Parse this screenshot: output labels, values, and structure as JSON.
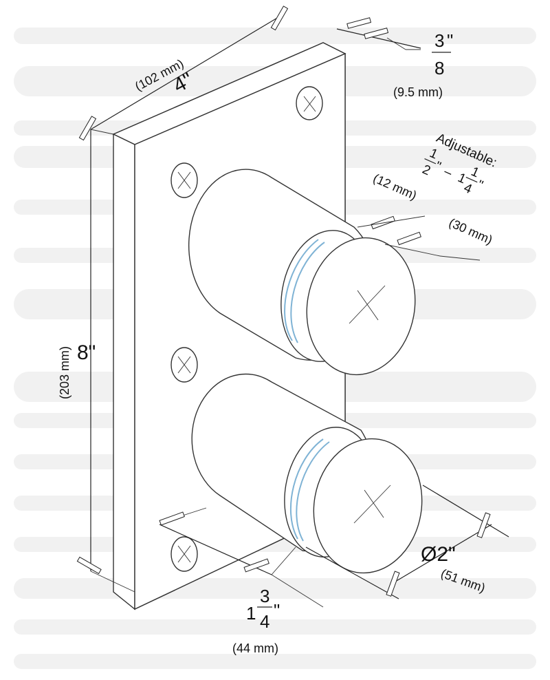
{
  "diagram": {
    "plate_width": {
      "inch": "4\"",
      "mm": "(102 mm)"
    },
    "plate_height": {
      "inch": "8\"",
      "mm": "(203 mm)"
    },
    "plate_thickness": {
      "num": "3",
      "den": "8",
      "unit": "\"",
      "mm": "(9.5 mm)"
    },
    "adjustable": {
      "label": "Adjustable:",
      "min_num": "1",
      "min_den": "2",
      "min_unit": "\"",
      "dash": "–",
      "max_whole": "1",
      "max_num": "1",
      "max_den": "4",
      "max_unit": "\"",
      "min_mm": "(12 mm)",
      "max_mm": "(30 mm)"
    },
    "diameter": {
      "inch": "Ø2\"",
      "mm": "(51 mm)"
    },
    "standoff": {
      "whole": "1",
      "num": "3",
      "den": "4",
      "unit": "\"",
      "mm": "(44 mm)"
    }
  },
  "colors": {
    "groove": "#7fb3d5",
    "watermark": "#f1f1f1",
    "line": "#222222"
  }
}
